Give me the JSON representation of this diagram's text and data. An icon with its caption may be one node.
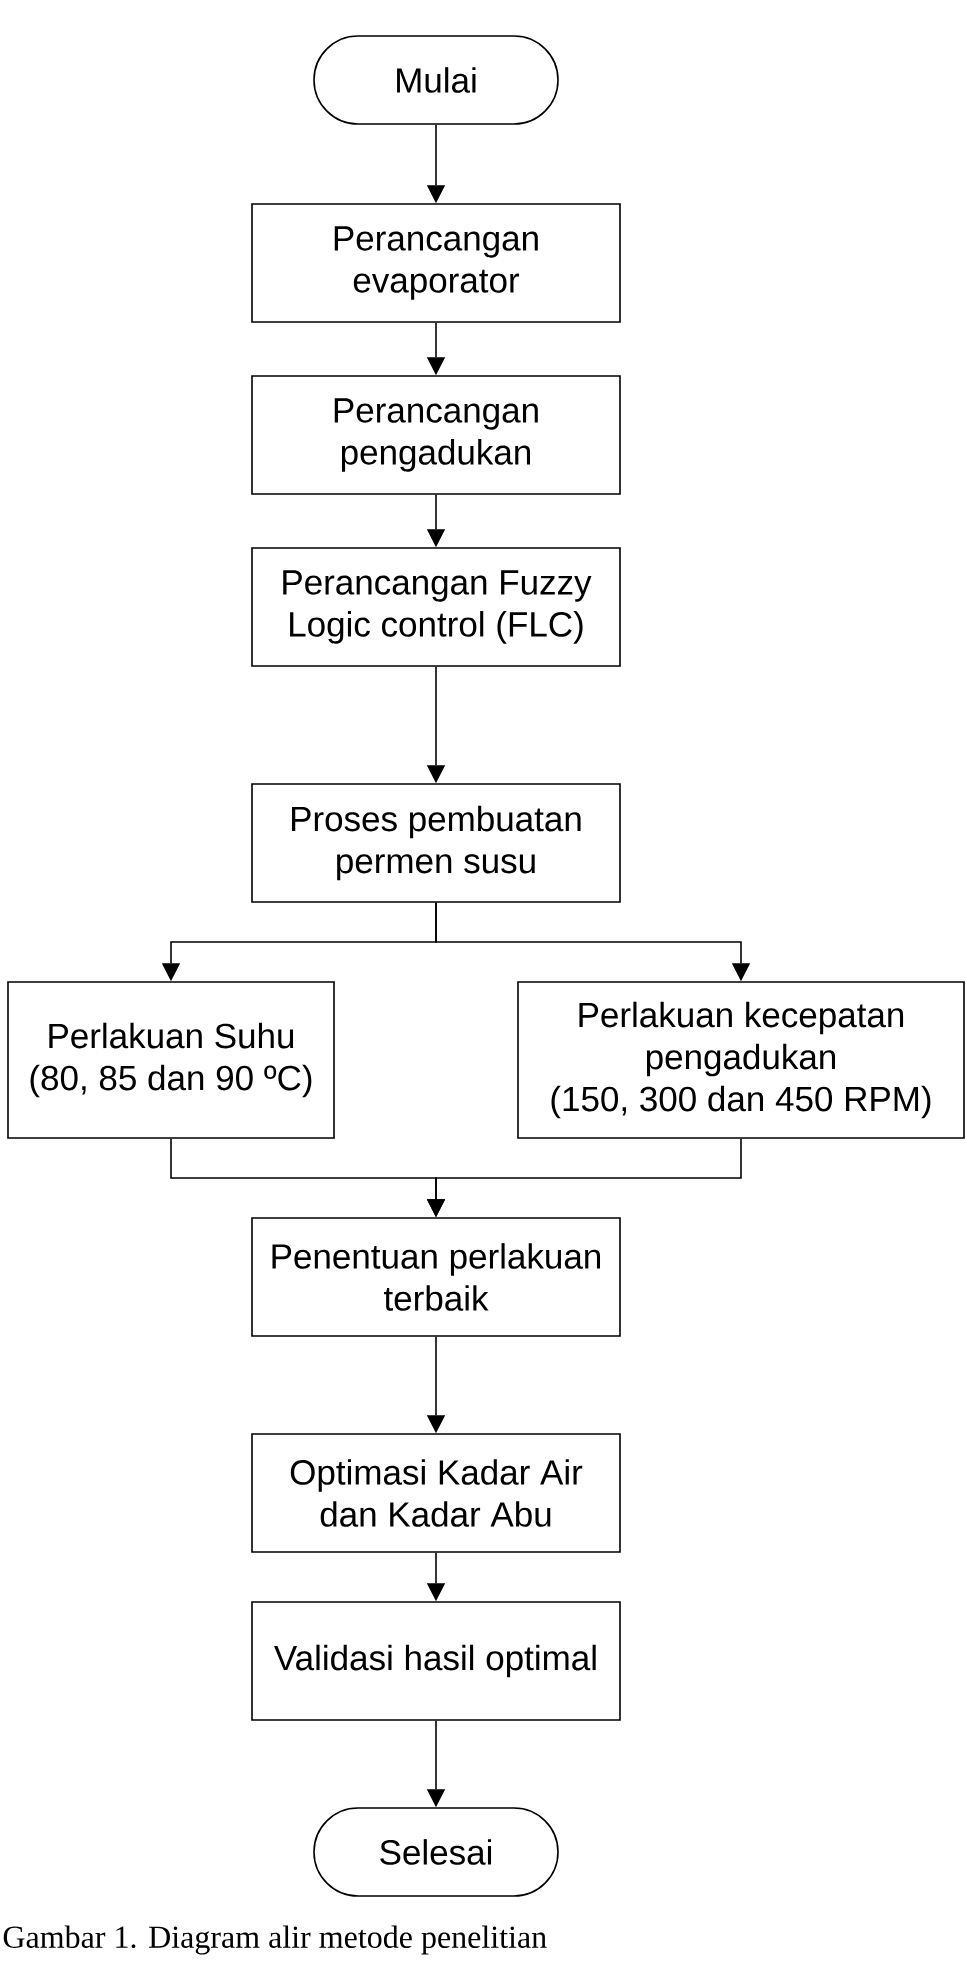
{
  "diagram": {
    "caption": "Gambar 1. Diagram alir metode penelitian",
    "nodes": [
      {
        "text": [
          "Mulai"
        ]
      },
      {
        "text": [
          "Perancangan evaporator"
        ]
      },
      {
        "text": [
          "Perancangan pengadukan"
        ]
      },
      {
        "text": [
          "Perancangan Fuzzy Logic control (FLC)"
        ]
      },
      {
        "text": [
          "Proses pembuatan permen susu"
        ]
      },
      {
        "text": [
          "Perlakuan Suhu",
          "(80, 85 dan 90 ºC)"
        ]
      },
      {
        "text": [
          "Perlakuan kecepatan pengadukan",
          "(150, 300 dan 450 RPM)"
        ]
      },
      {
        "text": [
          "Penentuan perlakuan terbaik"
        ]
      },
      {
        "text": [
          "Optimasi Kadar Air dan Kadar Abu"
        ]
      },
      {
        "text": [
          "Validasi hasil optimal"
        ]
      },
      {
        "text": [
          "Selesai"
        ]
      }
    ],
    "edges": [
      {
        "from": 0,
        "to": 1,
        "arrow": "to"
      },
      {
        "from": 1,
        "to": 2,
        "arrow": "to"
      },
      {
        "from": 2,
        "to": 3,
        "arrow": "to"
      },
      {
        "from": 3,
        "to": 4,
        "arrow": "to"
      },
      {
        "from": 4,
        "to": 5,
        "arrow": "to"
      },
      {
        "from": 4,
        "to": 6,
        "arrow": "to"
      },
      {
        "from": 5,
        "to": 7,
        "arrow": "to"
      },
      {
        "from": 6,
        "to": 7,
        "arrow": "to"
      },
      {
        "from": 7,
        "to": 8,
        "arrow": "to"
      },
      {
        "from": 8,
        "to": 9,
        "arrow": "to"
      },
      {
        "from": 9,
        "to": 10,
        "arrow": "to"
      }
    ]
  }
}
